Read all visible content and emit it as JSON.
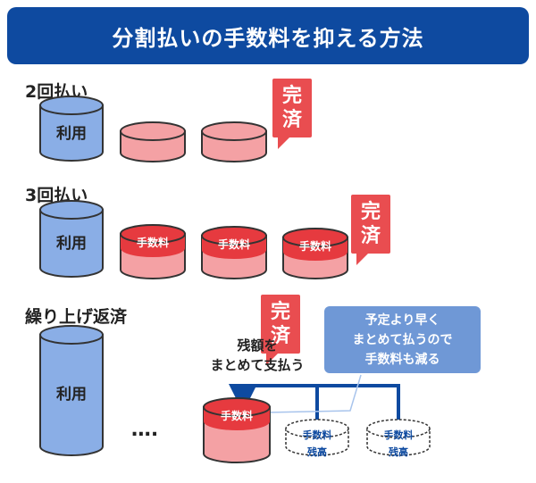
{
  "title": "分割払いの手数料を抑える方法",
  "sections": {
    "two_payments": "2回払い",
    "three_payments": "3回払い",
    "early_repayment": "繰り上げ返済"
  },
  "labels": {
    "usage": "利用",
    "fee": "手数料",
    "balance": "残高",
    "completed_line1": "完",
    "completed_line2": "済",
    "ellipsis": "…."
  },
  "note": {
    "line1": "残額を",
    "line2": "まとめて支払う"
  },
  "callout": {
    "line1": "予定より早く",
    "line2": "まとめて払うので",
    "line3": "手数料も減る"
  },
  "colors": {
    "title_bar": "#0e4aa0",
    "usage_cylinder": "#8aaee6",
    "payment_cylinder": "#f4a1a4",
    "fee_band": "#e63a3f",
    "completed_tag": "#e94d50",
    "callout": "#6f98d6",
    "arrow": "#0e4aa0"
  }
}
